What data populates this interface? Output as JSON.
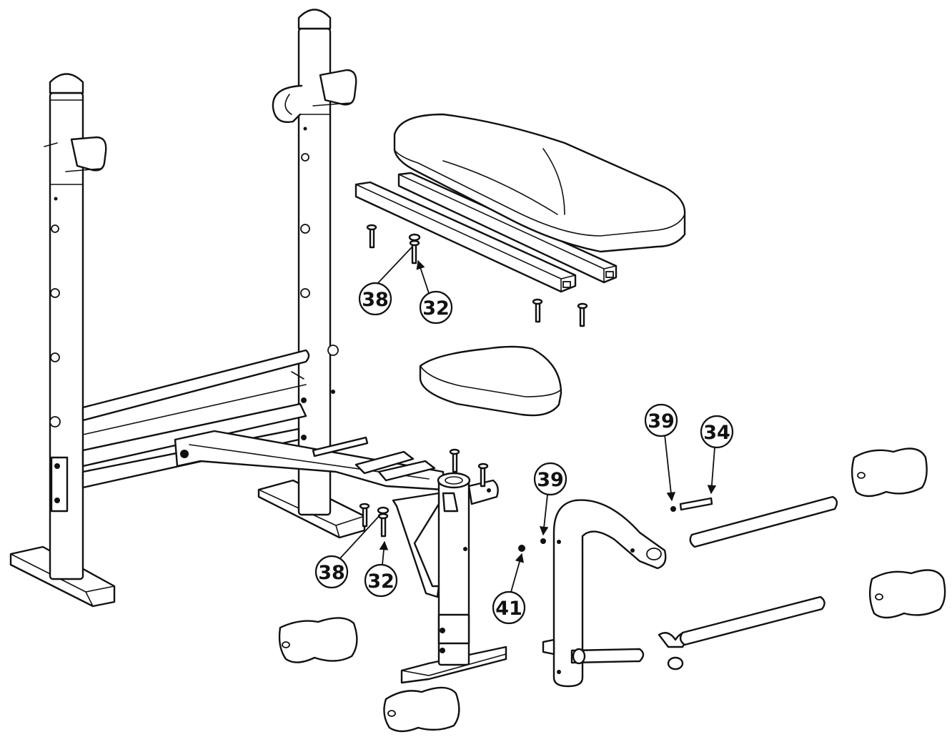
{
  "callouts": {
    "c38a": "38",
    "c32a": "32",
    "c39a": "39",
    "c34": "34",
    "c39b": "39",
    "c41": "41",
    "c38b": "38",
    "c32b": "32"
  }
}
